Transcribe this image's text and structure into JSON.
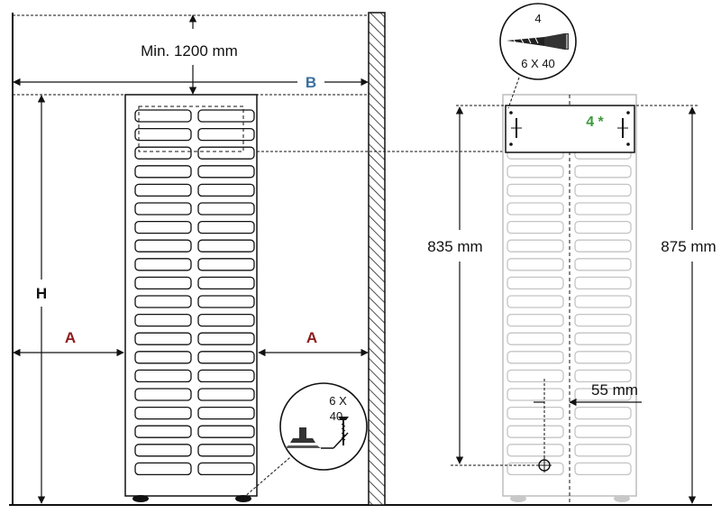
{
  "figure": {
    "min_clearance": "Min. 1200 mm",
    "label_b": "B",
    "label_h": "H",
    "label_a_left": "A",
    "label_a_right": "A",
    "dim_835": "835 mm",
    "dim_875": "875 mm",
    "dim_55": "55 mm",
    "mark_4star": "4 *",
    "screw_top": {
      "qty": "4",
      "size": "6 X 40"
    },
    "screw_foot": {
      "line1": "6 X",
      "line2": "40"
    },
    "colors": {
      "b_label": "#3a6fa0",
      "a_label": "#8b1a1a",
      "mark_green": "#3c9a3c"
    },
    "icons": [
      "wood-screw-icon",
      "adjustable-foot-icon",
      "anchor-point-icon"
    ]
  }
}
